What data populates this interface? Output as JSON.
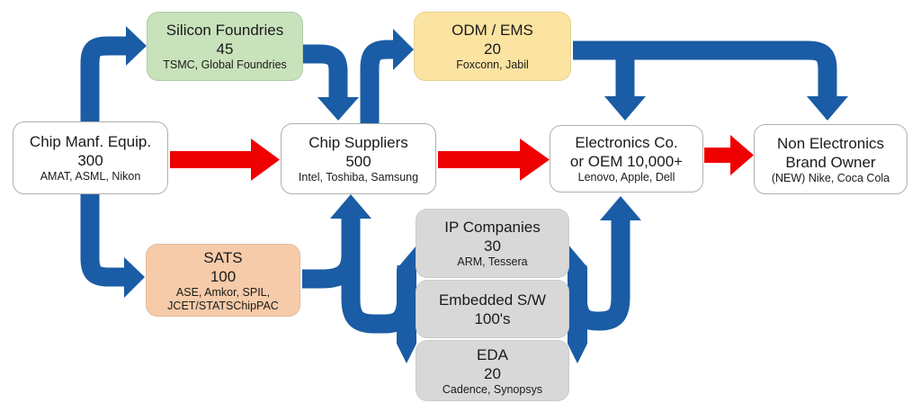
{
  "diagram": {
    "nodes": {
      "chip_manf_equip": {
        "title": "Chip Manf. Equip.",
        "count": "300",
        "examples": "AMAT, ASML, Nikon"
      },
      "silicon_foundries": {
        "title": "Silicon Foundries",
        "count": "45",
        "examples": "TSMC, Global Foundries"
      },
      "chip_suppliers": {
        "title": "Chip Suppliers",
        "count": "500",
        "examples": "Intel, Toshiba, Samsung"
      },
      "odm_ems": {
        "title": "ODM / EMS",
        "count": "20",
        "examples": "Foxconn, Jabil"
      },
      "electronics_oem": {
        "title": "Electronics Co.",
        "title2": "or OEM 10,000+",
        "examples": "Lenovo, Apple, Dell"
      },
      "non_electronics": {
        "title": "Non Electronics",
        "title2": "Brand Owner",
        "examples": "(NEW) Nike, Coca Cola"
      },
      "sats": {
        "title": "SATS",
        "count": "100",
        "examples": "ASE, Amkor, SPIL,",
        "examples2": "JCET/STATSChipPAC"
      },
      "ip_companies": {
        "title": "IP Companies",
        "count": "30",
        "examples": "ARM, Tessera"
      },
      "embedded_sw": {
        "title": "Embedded S/W",
        "count": "100's"
      },
      "eda": {
        "title": "EDA",
        "count": "20",
        "examples": "Cadence, Synopsys"
      }
    },
    "links": [
      {
        "from": "chip_manf_equip",
        "to": "silicon_foundries",
        "color": "blue"
      },
      {
        "from": "chip_manf_equip",
        "to": "sats",
        "color": "blue"
      },
      {
        "from": "chip_manf_equip",
        "to": "chip_suppliers",
        "color": "red"
      },
      {
        "from": "silicon_foundries",
        "to": "chip_suppliers",
        "color": "blue"
      },
      {
        "from": "sats",
        "to": "chip_suppliers",
        "color": "blue"
      },
      {
        "from": "chip_suppliers",
        "to": "odm_ems",
        "color": "blue"
      },
      {
        "from": "chip_suppliers",
        "to": "electronics_oem",
        "color": "red"
      },
      {
        "from": "ip_embedded_eda_stack",
        "to": "chip_suppliers",
        "color": "blue"
      },
      {
        "from": "ip_embedded_eda_stack",
        "to": "electronics_oem",
        "color": "blue"
      },
      {
        "from": "odm_ems",
        "to": "electronics_oem",
        "color": "blue"
      },
      {
        "from": "odm_ems",
        "to": "non_electronics",
        "color": "blue"
      },
      {
        "from": "electronics_oem",
        "to": "non_electronics",
        "color": "red"
      }
    ],
    "colors": {
      "flow_blue": "#1A5CA5",
      "flow_red": "#EE0000",
      "node_green": "#C8E2BB",
      "node_yellow": "#FBE3A1",
      "node_peach": "#F6CBA9",
      "node_gray": "#D8D8D8",
      "node_white": "#FFFFFF",
      "border_gray": "#B0B0B0"
    }
  }
}
